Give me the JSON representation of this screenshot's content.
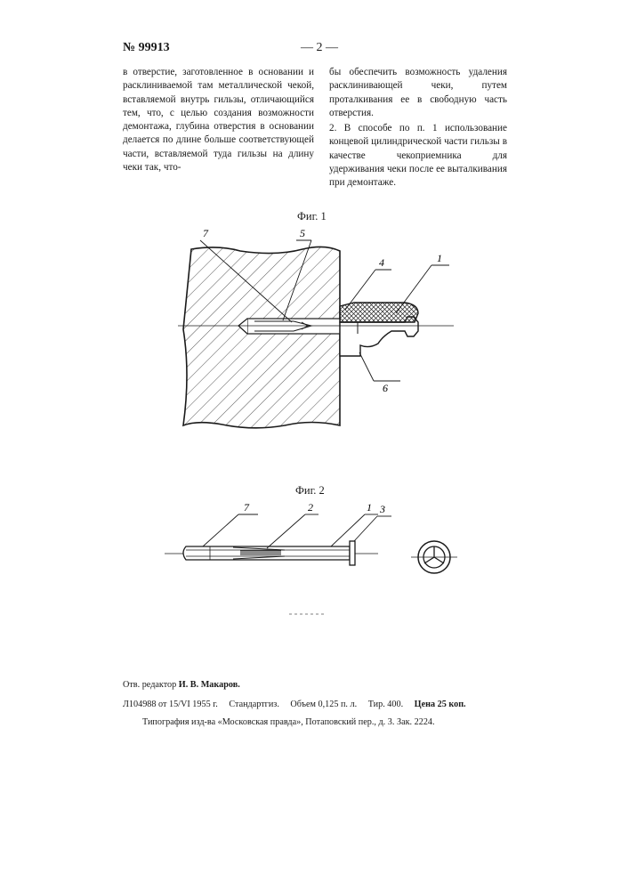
{
  "header": {
    "patent_number": "№ 99913",
    "page_marker": "— 2 —"
  },
  "text": {
    "left_column": "в отверстие, заготовленное в основании и расклиниваемой там металлической чекой, вставляемой внутрь гильзы, отличающийся тем, что, с целью создания возможности демонтажа, глубина отверстия в основании делается по длине больше соответствующей части, вставляемой туда гильзы на длину чеки так, что-",
    "right_column_p1": "бы обеспечить возможность удаления расклинивающей чеки, путем проталкивания ее в свободную часть отверстия.",
    "right_column_p2": "2. В способе по п. 1 использование концевой цилиндрической части гильзы в качестве чекоприемника для удерживания чеки после ее выталкивания при демонтаже."
  },
  "figures": {
    "fig1": {
      "title": "Фиг. 1",
      "labels": [
        "7",
        "5",
        "4",
        "1",
        "6"
      ]
    },
    "fig2": {
      "title": "Фиг. 2",
      "labels": [
        "7",
        "2",
        "1",
        "3"
      ]
    }
  },
  "imprint": {
    "editor_label": "Отв. редактор",
    "editor_name": "И. В. Макаров.",
    "order_code": "Л104988 от 15/VI 1955 г.",
    "publisher": "Стандартгиз.",
    "volume": "Объем 0,125 п. л.",
    "print_run": "Тир. 400.",
    "price": "Цена 25 коп.",
    "printer": "Типография изд-ва «Московская правда», Потаповский пер., д. 3.",
    "order_number": "Зак. 2224."
  }
}
